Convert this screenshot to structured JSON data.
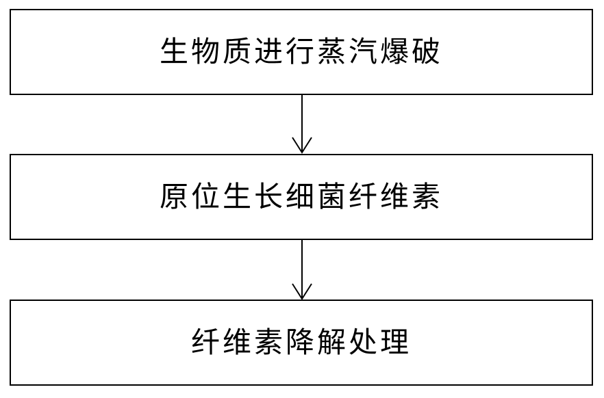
{
  "flowchart": {
    "steps": [
      {
        "label": "生物质进行蒸汽爆破"
      },
      {
        "label": "原位生长细菌纤维素"
      },
      {
        "label": "纤维素降解处理"
      }
    ]
  },
  "colors": {
    "border": "#000000",
    "text": "#000000",
    "background": "#ffffff"
  }
}
